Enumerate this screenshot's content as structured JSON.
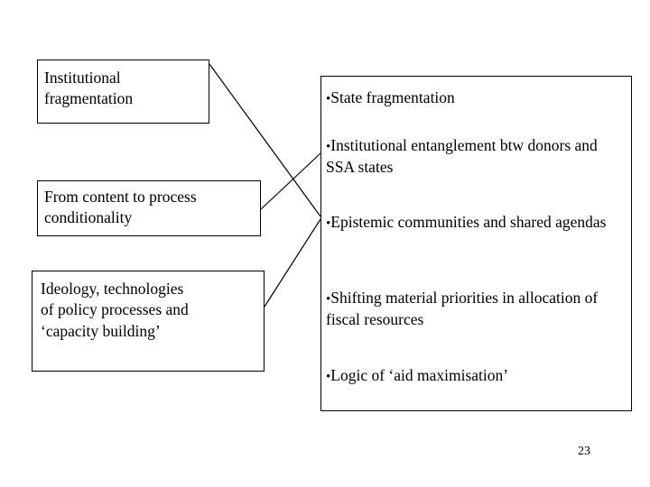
{
  "slide": {
    "page_number": "23",
    "left_boxes": [
      {
        "id": "institutional",
        "text": "Institutional\nfragmentation"
      },
      {
        "id": "content-process",
        "text": "From content to process\nconditionality"
      },
      {
        "id": "ideology",
        "text": "Ideology, technologies\nof policy  processes and\n‘capacity building’"
      }
    ],
    "right_box": {
      "bullets": [
        "State fragmentation",
        "Institutional entanglement btw donors and SSA states",
        "Epistemic communities and shared agendas",
        "Shifting material priorities in allocation of fiscal resources",
        "Logic of ‘aid maximisation’"
      ],
      "bullet_marker": "•"
    },
    "colors": {
      "background": "#ffffff",
      "text": "#000000",
      "border": "#000000"
    }
  }
}
